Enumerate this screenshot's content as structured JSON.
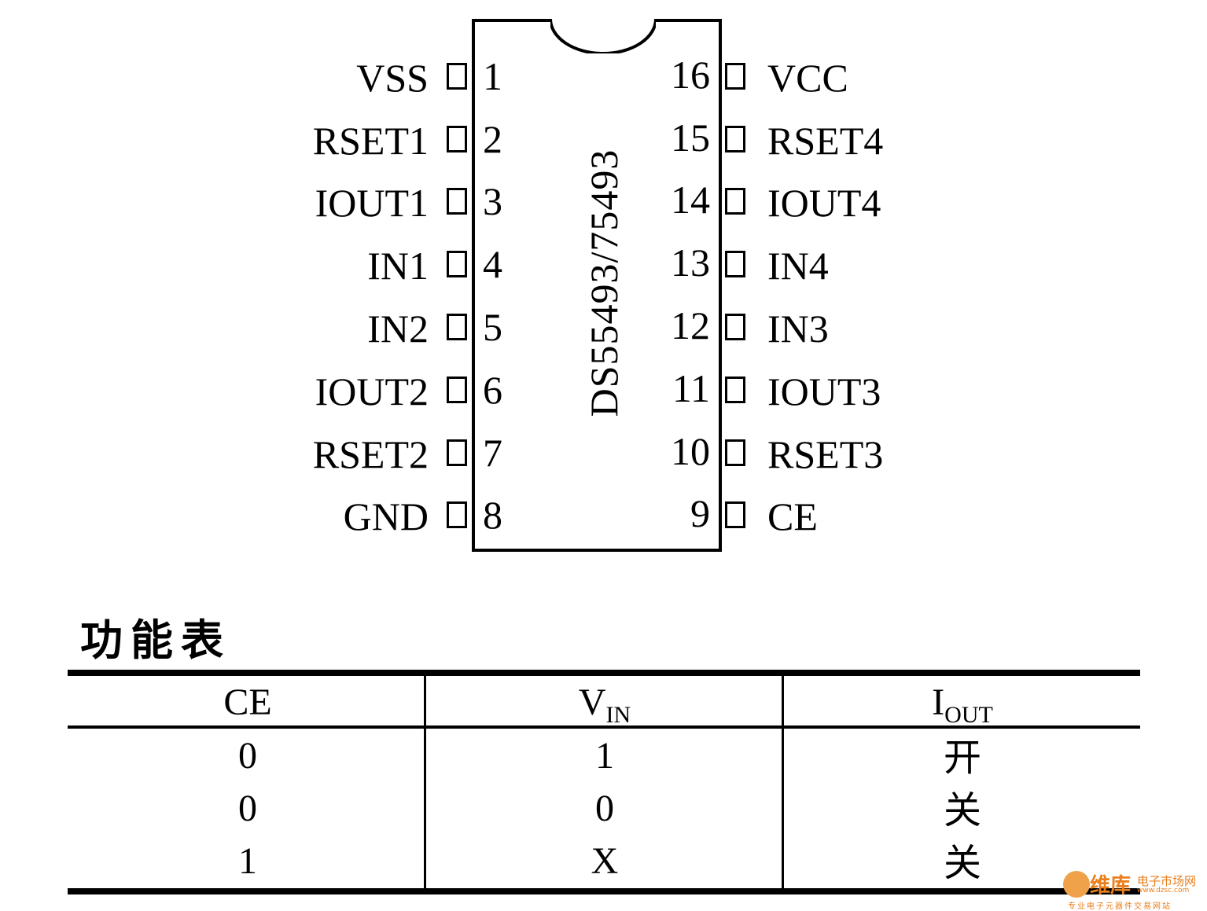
{
  "chip": {
    "name": "DS55493/75493"
  },
  "pins": {
    "left": [
      {
        "num": "1",
        "label": "VSS"
      },
      {
        "num": "2",
        "label": "RSET1"
      },
      {
        "num": "3",
        "label": "IOUT1"
      },
      {
        "num": "4",
        "label": "IN1"
      },
      {
        "num": "5",
        "label": "IN2"
      },
      {
        "num": "6",
        "label": "IOUT2"
      },
      {
        "num": "7",
        "label": "RSET2"
      },
      {
        "num": "8",
        "label": "GND"
      }
    ],
    "right": [
      {
        "num": "16",
        "label": "VCC"
      },
      {
        "num": "15",
        "label": "RSET4"
      },
      {
        "num": "14",
        "label": "IOUT4"
      },
      {
        "num": "13",
        "label": "IN4"
      },
      {
        "num": "12",
        "label": "IN3"
      },
      {
        "num": "11",
        "label": "IOUT3"
      },
      {
        "num": "10",
        "label": "RSET3"
      },
      {
        "num": "9",
        "label": "CE"
      }
    ]
  },
  "function_table": {
    "title": "功能表",
    "headers": {
      "col1": "CE",
      "col2_main": "V",
      "col2_sub": "IN",
      "col3_main": "I",
      "col3_sub": "OUT"
    },
    "rows": [
      [
        "0",
        "1",
        "开"
      ],
      [
        "0",
        "0",
        "关"
      ],
      [
        "1",
        "X",
        "关"
      ]
    ]
  },
  "watermark": {
    "brand": "维库",
    "site": "电子市场网",
    "domain": "www.dzsc.com",
    "slogan": "专业电子元器件交易网站"
  }
}
